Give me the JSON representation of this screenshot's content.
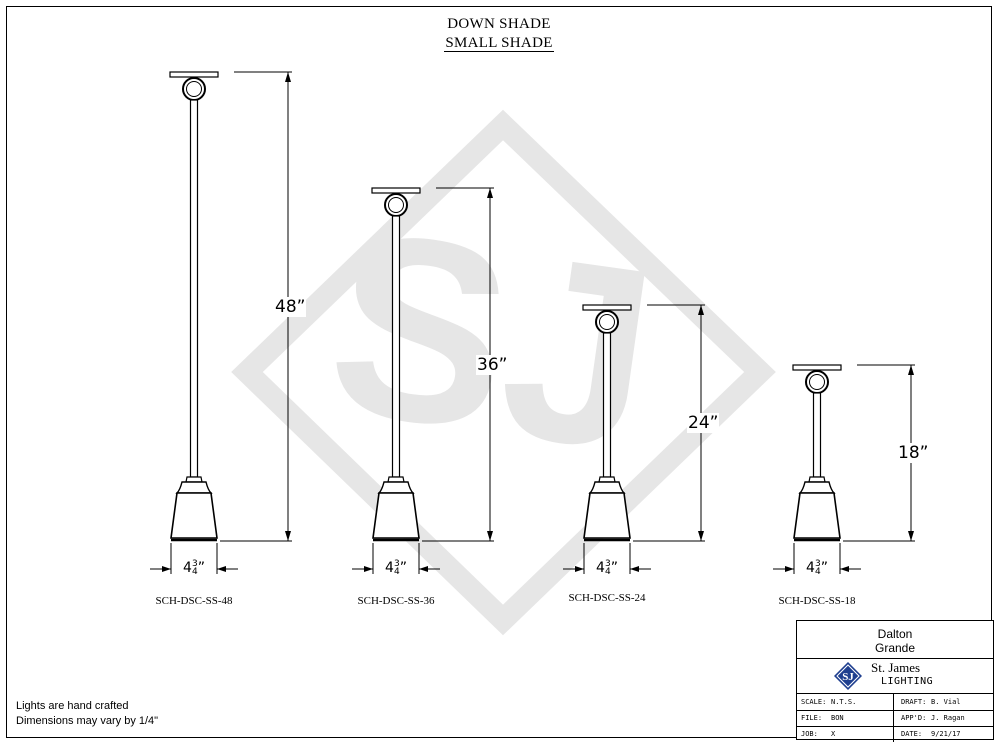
{
  "title": {
    "line1": "DOWN SHADE",
    "line2": "SMALL SHADE"
  },
  "fixtures": [
    {
      "model": "SCH-DSC-SS-48",
      "height_label": "48”",
      "height_in": 48,
      "width_whole": "4",
      "width_num": "3",
      "width_den": "4",
      "width_unit": "”"
    },
    {
      "model": "SCH-DSC-SS-36",
      "height_label": "36”",
      "height_in": 36,
      "width_whole": "4",
      "width_num": "3",
      "width_den": "4",
      "width_unit": "”"
    },
    {
      "model": "SCH-DSC-SS-24",
      "height_label": "24”",
      "height_in": 24,
      "width_whole": "4",
      "width_num": "3",
      "width_den": "4",
      "width_unit": "”"
    },
    {
      "model": "SCH-DSC-SS-18",
      "height_label": "18”",
      "height_in": 18,
      "width_whole": "4",
      "width_num": "3",
      "width_den": "4",
      "width_unit": "”"
    }
  ],
  "notes": {
    "line1": "Lights are hand crafted",
    "line2": "Dimensions may vary by 1/4\""
  },
  "title_block": {
    "project_line1": "Dalton",
    "project_line2": "Grande",
    "company": "St. James",
    "division": "LIGHTING",
    "logo_text": "SJ",
    "scale_key": "SCALE:",
    "scale_val": "N.T.S.",
    "draft_key": "DRAFT:",
    "draft_val": "B. Vial",
    "file_key": "FILE:",
    "file_val": "BON",
    "appd_key": "APP'D:",
    "appd_val": "J. Ragan",
    "job_key": "JOB:",
    "job_val": "X",
    "date_key": "DATE:",
    "date_val": "9/21/17"
  },
  "colors": {
    "line": "#000000",
    "watermark": "#e6e6e6",
    "logo_blue": "#1f3f8f"
  }
}
